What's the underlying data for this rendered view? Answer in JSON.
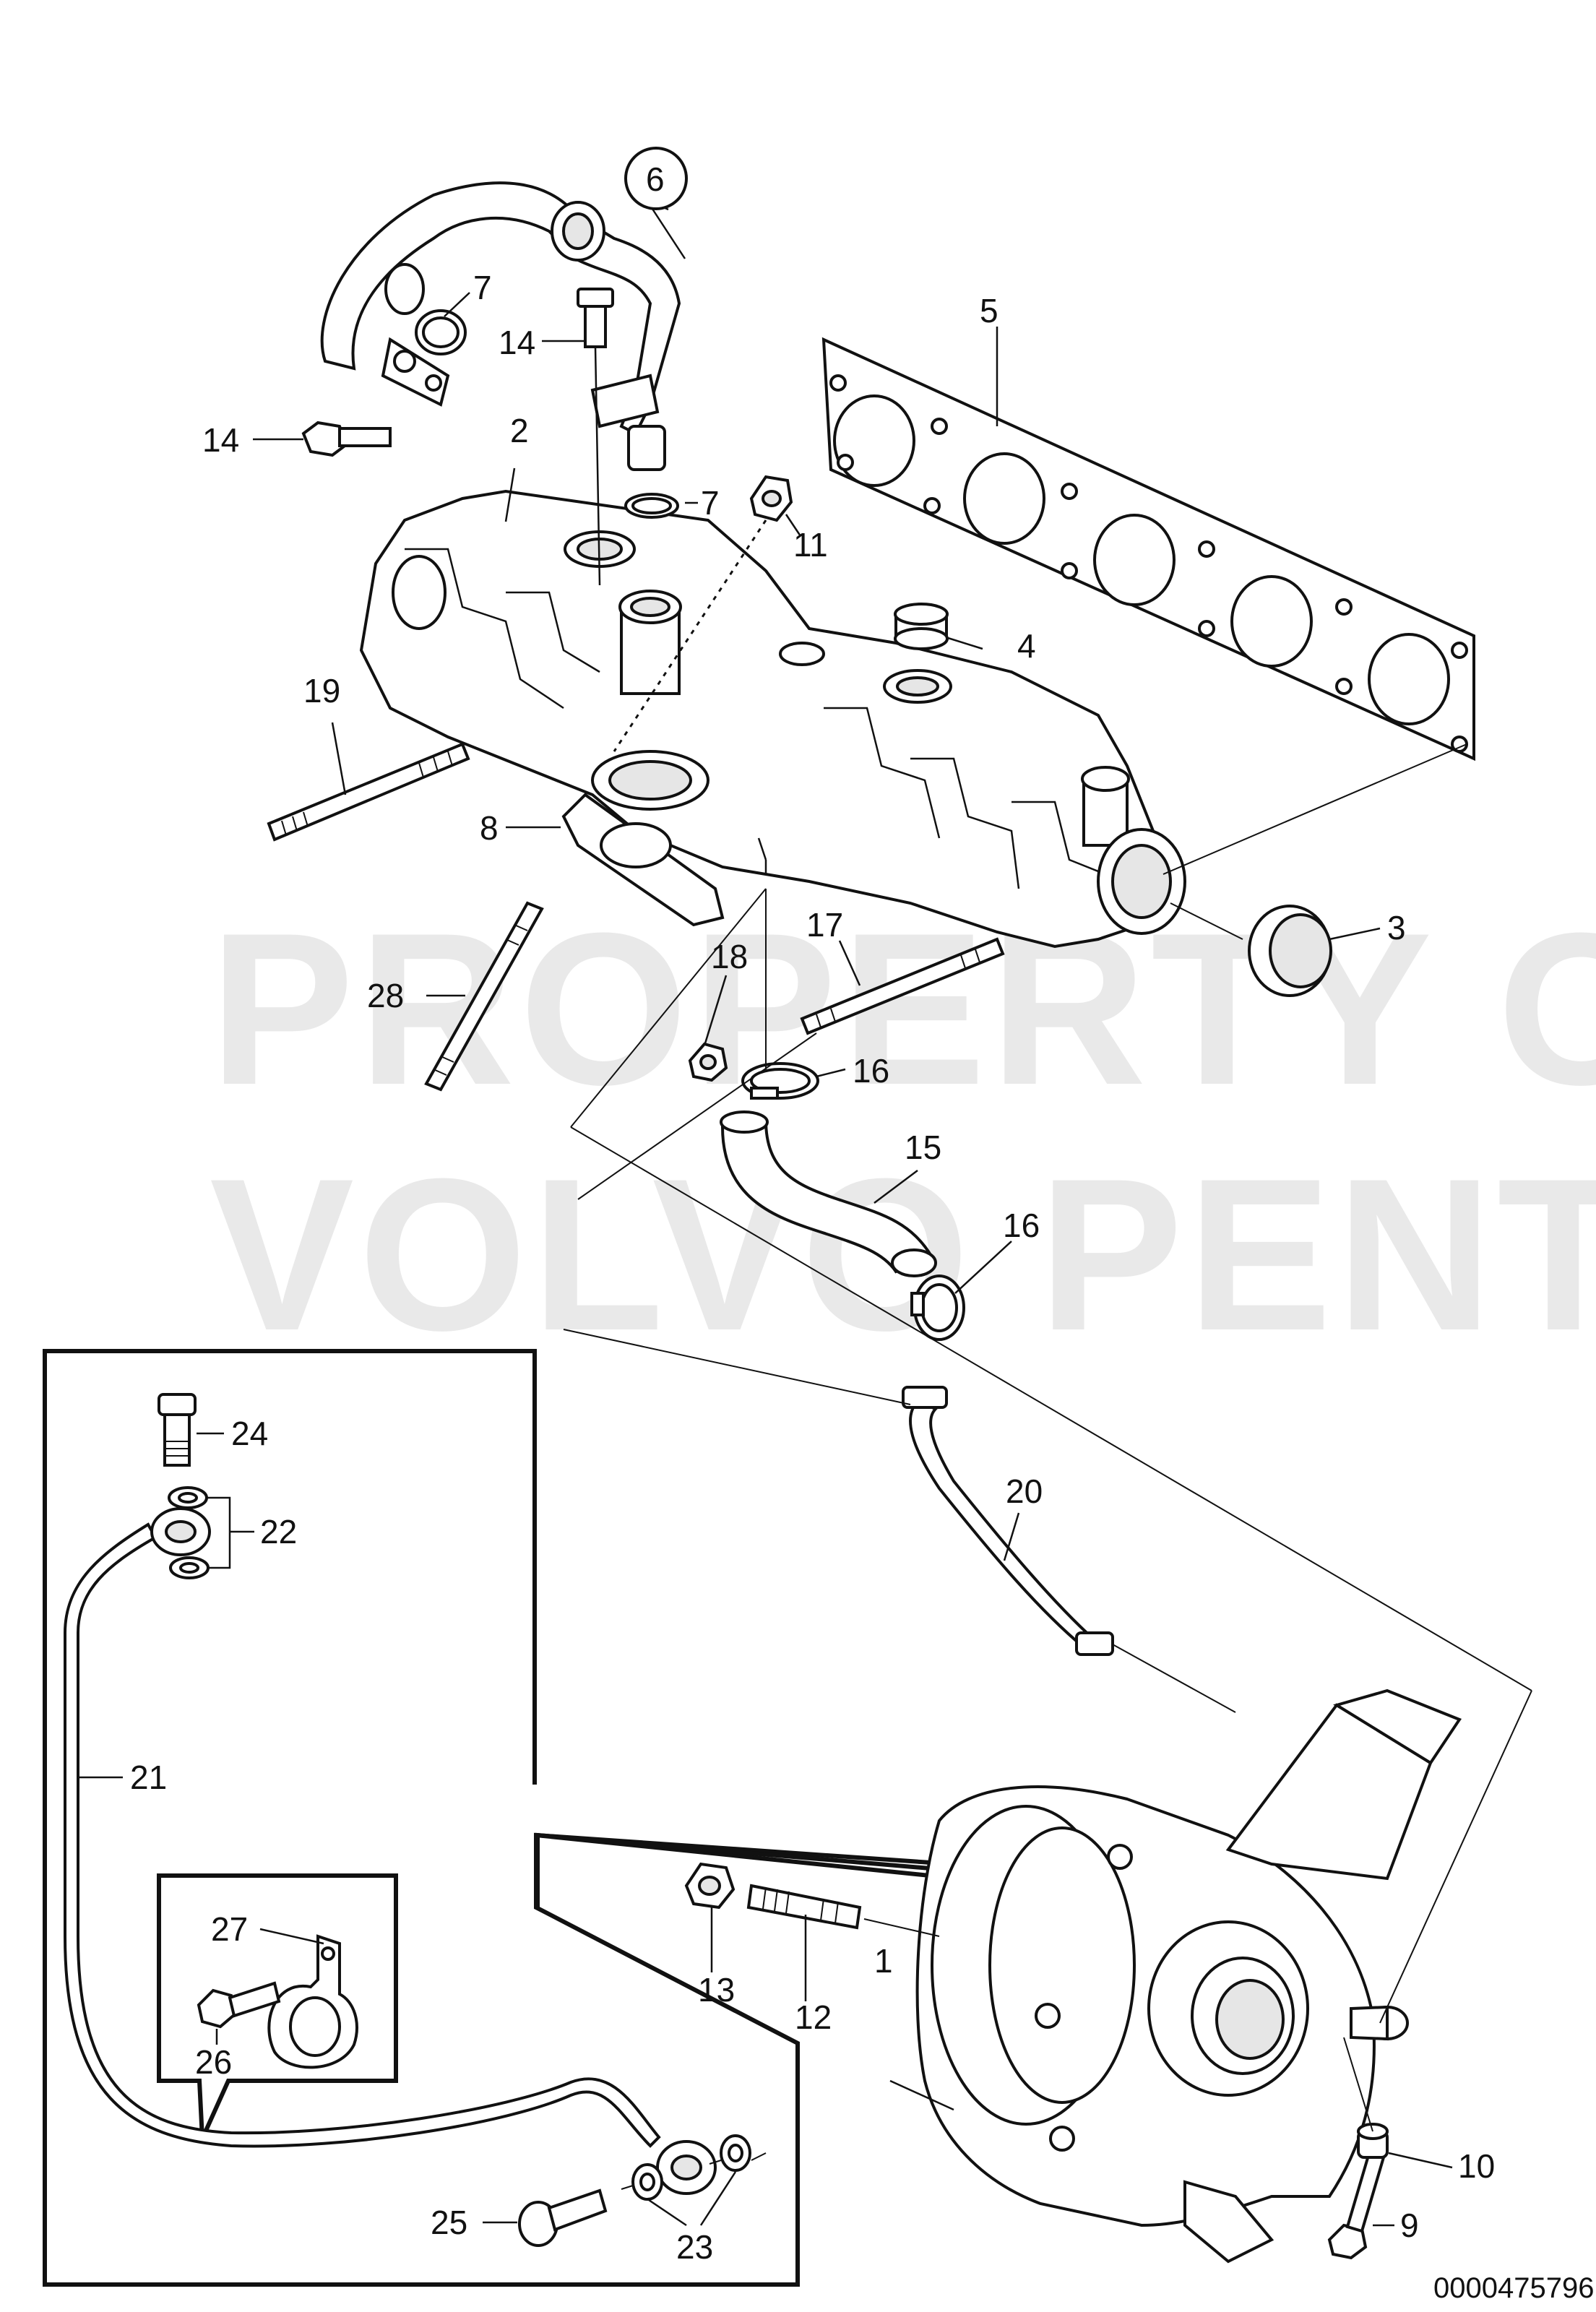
{
  "watermark": {
    "line1": "PROPERTY OF",
    "line2": "VOLVO PENTA"
  },
  "document_number": "0000475796",
  "callouts": {
    "c1": "1",
    "c2": "2",
    "c3": "3",
    "c4": "4",
    "c5": "5",
    "c6": "6",
    "c7a": "7",
    "c7b": "7",
    "c8": "8",
    "c9": "9",
    "c10": "10",
    "c11": "11",
    "c12": "12",
    "c13": "13",
    "c14a": "14",
    "c14b": "14",
    "c15": "15",
    "c16a": "16",
    "c16b": "16",
    "c17": "17",
    "c18": "18",
    "c19": "19",
    "c20": "20",
    "c21": "21",
    "c22": "22",
    "c23": "23",
    "c24": "24",
    "c25": "25",
    "c26": "26",
    "c27": "27",
    "c28": "28"
  }
}
